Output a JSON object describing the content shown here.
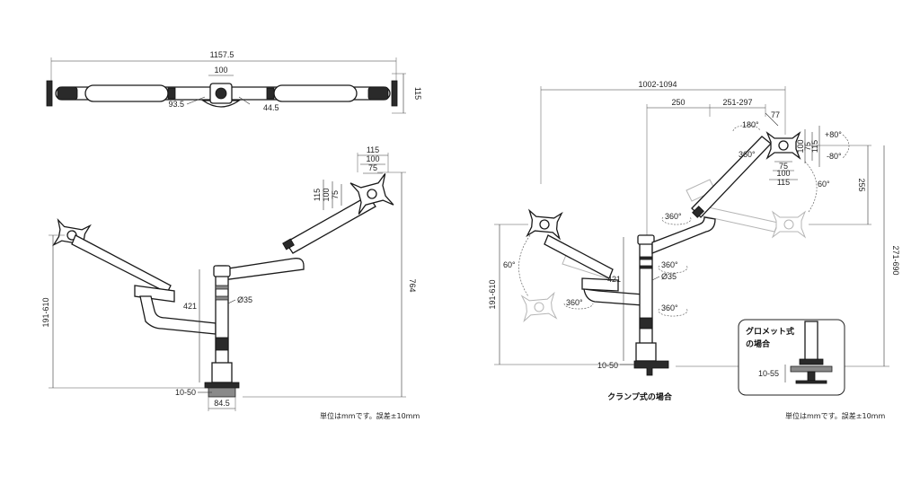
{
  "left_view": {
    "top": {
      "width": "1157.5",
      "height": "115",
      "center_width": "100",
      "left_offset": "93.5",
      "right_offset": "44.5"
    },
    "side": {
      "vesa_115": "115",
      "vesa_100": "100",
      "vesa_75": "75",
      "total_height": "764",
      "height_range": "191-610",
      "arm_length": "421",
      "pole_diameter": "Ø35",
      "clamp_range": "10-50",
      "base_width": "84.5"
    },
    "note": "単位はmmです。誤差±10mm"
  },
  "right_view": {
    "reach": "1002-1094",
    "seg_250": "250",
    "seg_251_297": "251-297",
    "seg_77": "77",
    "rot_180": "180°",
    "rot_360": "360°",
    "tilt_up": "+80°",
    "tilt_down": "-80°",
    "vesa_100": "100",
    "vesa_75": "75",
    "vesa_115": "115",
    "angle_60": "60°",
    "height_255": "255",
    "height_range": "271-690",
    "arm_length": "421",
    "pole_diameter": "Ø35",
    "left_height": "191-610",
    "clamp_range": "10-50",
    "clamp_caption": "クランプ式の場合",
    "grommet": {
      "title_line1": "グロメット式",
      "title_line2": "の場合",
      "range": "10-55"
    },
    "note": "単位はmmです。誤差±10mm"
  }
}
